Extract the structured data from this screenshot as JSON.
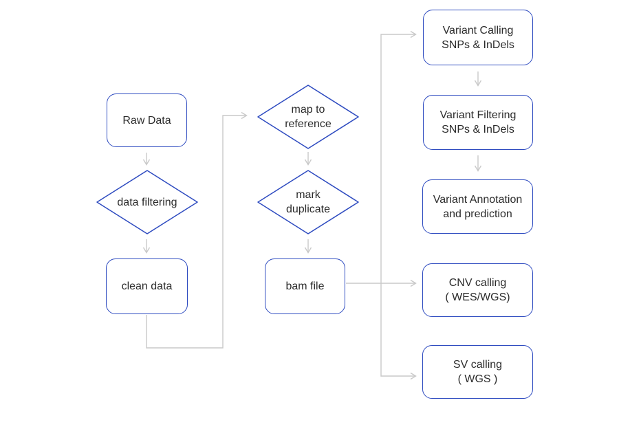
{
  "diagram": {
    "type": "flowchart",
    "colors": {
      "node_border": "#2e4bc0",
      "connector": "#c9c9c9",
      "text": "#2b2b2b",
      "background": "#ffffff"
    },
    "nodes": [
      {
        "id": "raw-data",
        "shape": "rounded-rect",
        "lines": [
          "Raw Data"
        ]
      },
      {
        "id": "data-filtering",
        "shape": "diamond",
        "lines": [
          "data filtering"
        ]
      },
      {
        "id": "clean-data",
        "shape": "rounded-rect",
        "lines": [
          "clean data"
        ]
      },
      {
        "id": "map-to-reference",
        "shape": "diamond",
        "lines": [
          "map to",
          "reference"
        ]
      },
      {
        "id": "mark-duplicate",
        "shape": "diamond",
        "lines": [
          "mark",
          "duplicate"
        ]
      },
      {
        "id": "bam-file",
        "shape": "rounded-rect",
        "lines": [
          "bam file"
        ]
      },
      {
        "id": "variant-calling",
        "shape": "rounded-rect",
        "lines": [
          "Variant Calling",
          "SNPs & InDels"
        ]
      },
      {
        "id": "variant-filtering",
        "shape": "rounded-rect",
        "lines": [
          "Variant Filtering",
          "SNPs & InDels"
        ]
      },
      {
        "id": "variant-annotation",
        "shape": "rounded-rect",
        "lines": [
          "Variant Annotation",
          "and prediction"
        ]
      },
      {
        "id": "cnv-calling",
        "shape": "rounded-rect",
        "lines": [
          "CNV calling",
          "( WES/WGS)"
        ]
      },
      {
        "id": "sv-calling",
        "shape": "rounded-rect",
        "lines": [
          "SV calling",
          "( WGS )"
        ]
      }
    ],
    "edges": [
      {
        "from": "raw-data",
        "to": "data-filtering"
      },
      {
        "from": "data-filtering",
        "to": "clean-data"
      },
      {
        "from": "clean-data",
        "to": "map-to-reference"
      },
      {
        "from": "map-to-reference",
        "to": "mark-duplicate"
      },
      {
        "from": "mark-duplicate",
        "to": "bam-file"
      },
      {
        "from": "bam-file",
        "to": "cnv-calling"
      },
      {
        "from": "bam-file",
        "to": "variant-calling"
      },
      {
        "from": "bam-file",
        "to": "sv-calling"
      },
      {
        "from": "variant-calling",
        "to": "variant-filtering"
      },
      {
        "from": "variant-filtering",
        "to": "variant-annotation"
      }
    ]
  }
}
